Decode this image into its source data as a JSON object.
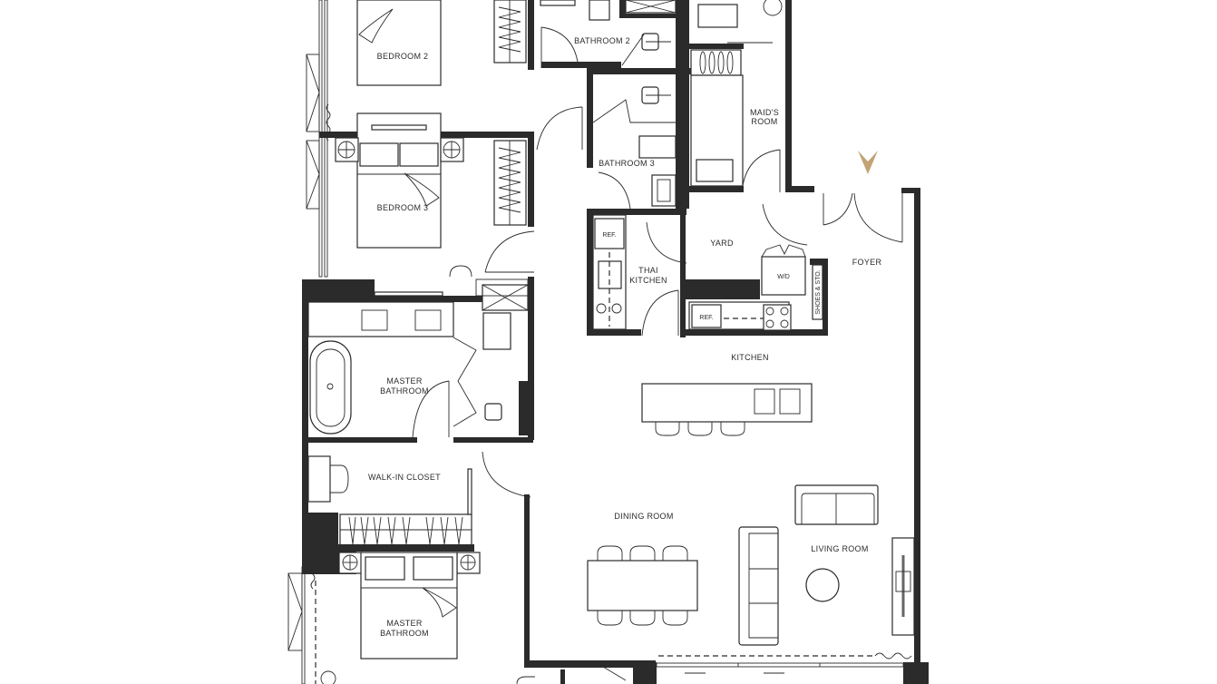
{
  "plan": {
    "accent_color": "#c2a375",
    "wall_color": "#2b2b2b",
    "rooms": {
      "bedroom2": "BEDROOM 2",
      "bedroom3": "BEDROOM 3",
      "bathroom2": "BATHROOM 2",
      "bathroom3": "BATHROOM 3",
      "maids_room_line1": "MAID'S",
      "maids_room_line2": "ROOM",
      "yard": "YARD",
      "foyer": "FOYER",
      "thai_kitchen_line1": "THAI",
      "thai_kitchen_line2": "KITCHEN",
      "kitchen": "KITCHEN",
      "master_bath_line1": "MASTER",
      "master_bath_line2": "BATHROOM",
      "walk_in_closet": "WALK-IN CLOSET",
      "dining_room": "DINING ROOM",
      "living_room": "LIVING ROOM",
      "master_bed_line1": "MASTER",
      "master_bed_line2": "BATHROOM"
    },
    "fixtures": {
      "ref_thai": "REF.",
      "ref_kitchen": "REF.",
      "washer_dryer": "W/D",
      "shoes_storage": "SHOES & STO."
    },
    "entrance_marker": "entrance-arrow"
  }
}
